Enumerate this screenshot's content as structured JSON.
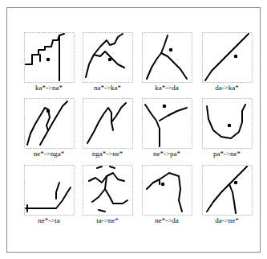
{
  "diagram": {
    "labels": [
      "ka*->na*",
      "na*->ka*",
      "ka*->da",
      "da->ka*",
      "ne*->nga*",
      "nga*->ne*",
      "ne*->pa*",
      "pa*->ne*",
      "ne*->ta",
      "ta->ne*",
      "ne*->da",
      "da->ne*"
    ]
  }
}
